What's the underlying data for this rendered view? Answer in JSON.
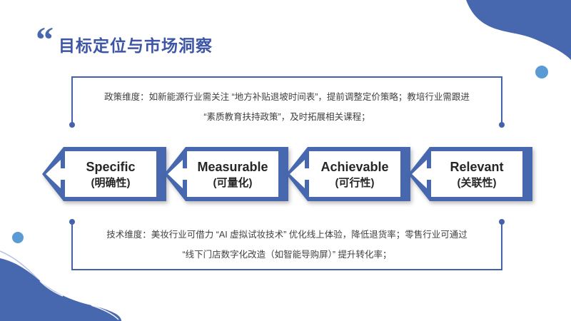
{
  "colors": {
    "primary": "#4767AE",
    "line": "#4462AB",
    "title_text": "#3C55A6",
    "body_text": "#3F3F3F",
    "accent_light": "#5B9BD5",
    "arrow_text": "#262626"
  },
  "header": {
    "quote_mark": "“",
    "title": "目标定位与市场洞察"
  },
  "policy_box": {
    "line1": "政策维度：如新能源行业需关注 “地方补贴退坡时间表”，提前调整定价策略；教培行业需跟进",
    "line2": "“素质教育扶持政策”，及时拓展相关课程；"
  },
  "smart_arrows": [
    {
      "en": "Specific",
      "zh": "(明确性)"
    },
    {
      "en": "Measurable",
      "zh": "(可量化)"
    },
    {
      "en": "Achievable",
      "zh": "(可行性)"
    },
    {
      "en": "Relevant",
      "zh": "(关联性)"
    }
  ],
  "tech_box": {
    "line1": "技术维度：美妆行业可借力 “AI 虚拟试妆技术” 优化线上体验，降低退货率；零售行业可通过",
    "line2": "“线下门店数字化改造（如智能导购屏）” 提升转化率；"
  }
}
